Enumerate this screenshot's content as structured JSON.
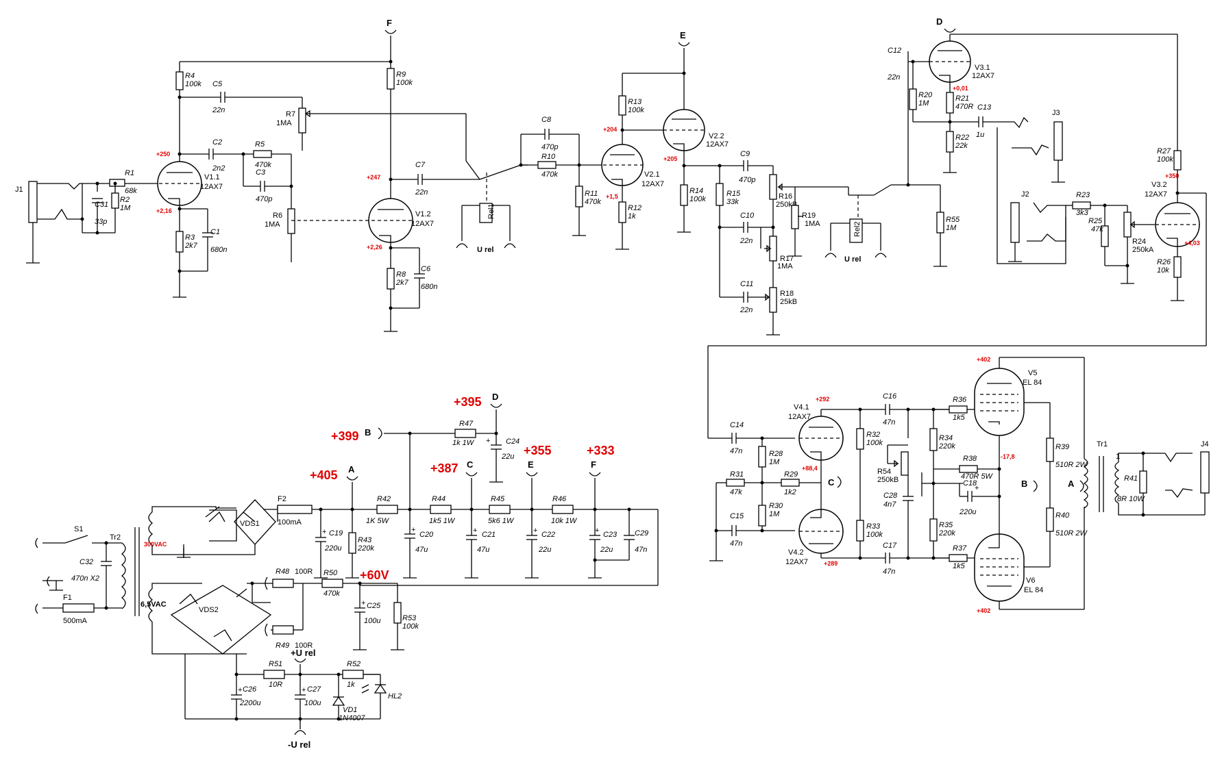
{
  "components": {
    "R1": [
      "R1",
      "68k"
    ],
    "R2": [
      "R2",
      "1M"
    ],
    "R3": [
      "R3",
      "2k7"
    ],
    "R4": [
      "R4",
      "100k"
    ],
    "R5": [
      "R5",
      "470k"
    ],
    "R6": [
      "R6",
      "1MA"
    ],
    "R7": [
      "R7",
      "1MA"
    ],
    "R8": [
      "R8",
      "2k7"
    ],
    "R9": [
      "R9",
      "100k"
    ],
    "R10": [
      "R10",
      "470k"
    ],
    "R11": [
      "R11",
      "470k"
    ],
    "R12": [
      "R12",
      "1k"
    ],
    "R13": [
      "R13",
      "100k"
    ],
    "R14": [
      "R14",
      "100k"
    ],
    "R15": [
      "R15",
      "33k"
    ],
    "R16": [
      "R16",
      "250kB"
    ],
    "R17": [
      "R17",
      "1MA"
    ],
    "R18": [
      "R18",
      "25kB"
    ],
    "R19": [
      "R19",
      "1MA"
    ],
    "R20": [
      "R20",
      "1M"
    ],
    "R21": [
      "R21",
      "470R"
    ],
    "R22": [
      "R22",
      "22k"
    ],
    "R23": [
      "R23",
      "3k3"
    ],
    "R24": [
      "R24",
      "250kA"
    ],
    "R25": [
      "R25",
      "47k"
    ],
    "R26": [
      "R26",
      "10k"
    ],
    "R27": [
      "R27",
      "100k"
    ],
    "R28": [
      "R28",
      "1M"
    ],
    "R29": [
      "R29",
      "1k2"
    ],
    "R30": [
      "R30",
      "1M"
    ],
    "R31": [
      "R31",
      "47k"
    ],
    "R32": [
      "R32",
      "100k"
    ],
    "R33": [
      "R33",
      "100k"
    ],
    "R34": [
      "R34",
      "220k"
    ],
    "R35": [
      "R35",
      "220k"
    ],
    "R36": [
      "R36",
      "1k5"
    ],
    "R37": [
      "R37",
      "1k5"
    ],
    "R38": [
      "R38",
      "470R 5W"
    ],
    "R39": [
      "R39",
      "510R 2W"
    ],
    "R40": [
      "R40",
      "510R 2W"
    ],
    "R41": [
      "R41",
      "8R 10W"
    ],
    "R42": [
      "R42",
      "1K 5W"
    ],
    "R43": [
      "R43",
      "220k"
    ],
    "R44": [
      "R44",
      "1k5 1W"
    ],
    "R45": [
      "R45",
      "5k6 1W"
    ],
    "R46": [
      "R46",
      "10k 1W"
    ],
    "R47": [
      "R47",
      "1k 1W"
    ],
    "R48": [
      "R48",
      "100R"
    ],
    "R49": [
      "R49",
      "100R"
    ],
    "R50": [
      "R50",
      "470k"
    ],
    "R51": [
      "R51",
      "10R"
    ],
    "R52": [
      "R52",
      "1k"
    ],
    "R53": [
      "R53",
      "100k"
    ],
    "R54": [
      "R54",
      "250kB"
    ],
    "R55": [
      "R55",
      "1M"
    ],
    "C1": [
      "C1",
      "680n"
    ],
    "C2": [
      "C2",
      "2n2"
    ],
    "C3": [
      "C3",
      "470p"
    ],
    "C5": [
      "C5",
      "22n"
    ],
    "C6": [
      "C6",
      "680n"
    ],
    "C7": [
      "C7",
      "22n"
    ],
    "C8": [
      "C8",
      "470p"
    ],
    "C9": [
      "C9",
      "470p"
    ],
    "C10": [
      "C10",
      "22n"
    ],
    "C11": [
      "C11",
      "22n"
    ],
    "C12": [
      "C12",
      "22n"
    ],
    "C13": [
      "C13",
      "1u"
    ],
    "C14": [
      "C14",
      "47n"
    ],
    "C15": [
      "C15",
      "47n"
    ],
    "C16": [
      "C16",
      "47n"
    ],
    "C17": [
      "C17",
      "47n"
    ],
    "C18": [
      "C18",
      "220u"
    ],
    "C19": [
      "C19",
      "220u"
    ],
    "C20": [
      "C20",
      "47u"
    ],
    "C21": [
      "C21",
      "47u"
    ],
    "C22": [
      "C22",
      "22u"
    ],
    "C23": [
      "C23",
      "22u"
    ],
    "C24": [
      "C24",
      "22u"
    ],
    "C25": [
      "C25",
      "100u"
    ],
    "C26": [
      "C26",
      "2200u"
    ],
    "C27": [
      "C27",
      "100u"
    ],
    "C28": [
      "C28",
      "4n7"
    ],
    "C29": [
      "C29",
      "47n"
    ],
    "C31": [
      "C31",
      "33p"
    ],
    "C32": [
      "C32",
      "470n X2"
    ],
    "F1": [
      "F1",
      "500mA"
    ],
    "F2": [
      "F2",
      "100mA"
    ],
    "VD1": [
      "VD1",
      "1N4007"
    ]
  },
  "tubes": {
    "V1_1": [
      "V1.1",
      "12AX7"
    ],
    "V1_2": [
      "V1.2",
      "12AX7"
    ],
    "V2_1": [
      "V2.1",
      "12AX7"
    ],
    "V2_2": [
      "V2.2",
      "12AX7"
    ],
    "V3_1": [
      "V3.1",
      "12AX7"
    ],
    "V3_2": [
      "V3.2",
      "12AX7"
    ],
    "V4_1": [
      "V4.1",
      "12AX7"
    ],
    "V4_2": [
      "V4.2",
      "12AX7"
    ],
    "V5": [
      "V5",
      "EL 84"
    ],
    "V6": [
      "V6",
      "EL 84"
    ]
  },
  "labels": {
    "J1": "J1",
    "J2": "J2",
    "J3": "J3",
    "J4": "J4",
    "Tr1": "Tr1",
    "Tr2": "Tr2",
    "S1": "S1",
    "VDS1": "VDS1",
    "VDS2": "VDS2",
    "HL2": "HL2",
    "Rel1": "Rel1",
    "Rel2": "Rel2",
    "U_rel": "U rel",
    "plus_U_rel": "+U rel",
    "minus_U_rel": "-U rel",
    "vac300": "300VAC",
    "vac65": "6,5VAC",
    "tr1_pin": "1"
  },
  "buses": {
    "A": "A",
    "B": "B",
    "C": "C",
    "D": "D",
    "E": "E",
    "F": "F"
  },
  "voltages": {
    "v250": "+250",
    "v216": "+2,16",
    "v247": "+247",
    "v226": "+2,26",
    "v204": "+204",
    "v15": "+1,5",
    "v205": "+205",
    "v001": "+0,01",
    "v350": "+350",
    "v403": "+4,03",
    "v292": "+292",
    "v884": "+88,4",
    "v289": "+289",
    "v402a": "+402",
    "v402b": "+402",
    "vm178": "-17,8"
  },
  "supply": {
    "s399": "+399",
    "s395": "+395",
    "s405": "+405",
    "s387": "+387",
    "s355": "+355",
    "s333": "+333",
    "s60": "+60V"
  }
}
